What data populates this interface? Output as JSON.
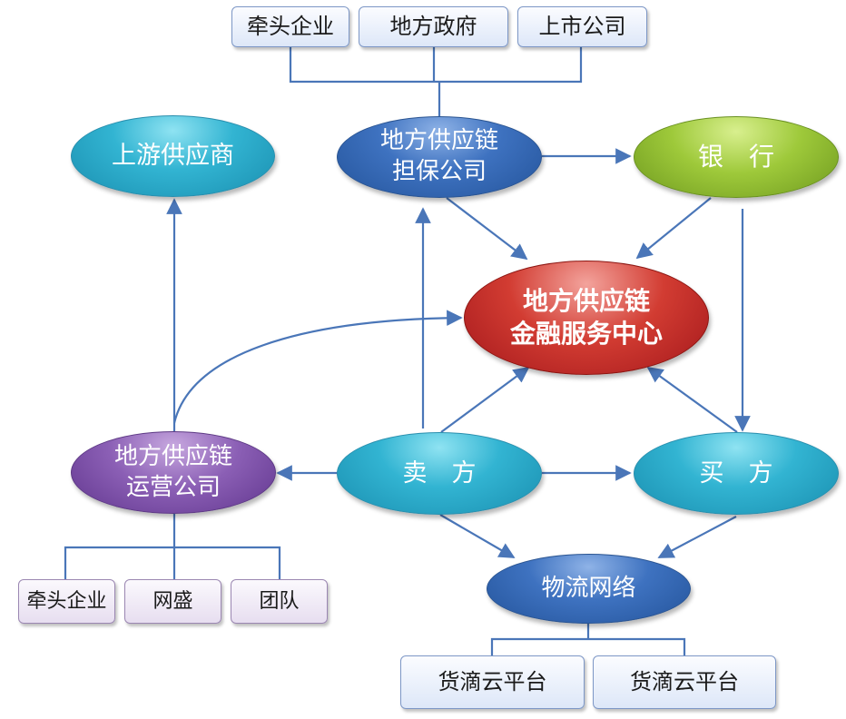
{
  "top_boxes": [
    "牵头企业",
    "地方政府",
    "上市公司"
  ],
  "upstream": "上游供应商",
  "guarantee": "地方供应链\n担保公司",
  "bank": "银　行",
  "center": "地方供应链\n金融服务中心",
  "operator": "地方供应链\n运营公司",
  "seller": "卖　方",
  "buyer": "买　方",
  "logistics": "物流网络",
  "operator_boxes": [
    "牵头企业",
    "网盛",
    "团队"
  ],
  "platform_boxes": [
    "货滴云平台",
    "货滴云平台"
  ],
  "colors": {
    "connector": "#4a76b8",
    "cyan": "#32b4d2",
    "navy": "#3e72c0",
    "green": "#9ec93a",
    "red": "#d23c32",
    "purple": "#8b5fb5"
  }
}
